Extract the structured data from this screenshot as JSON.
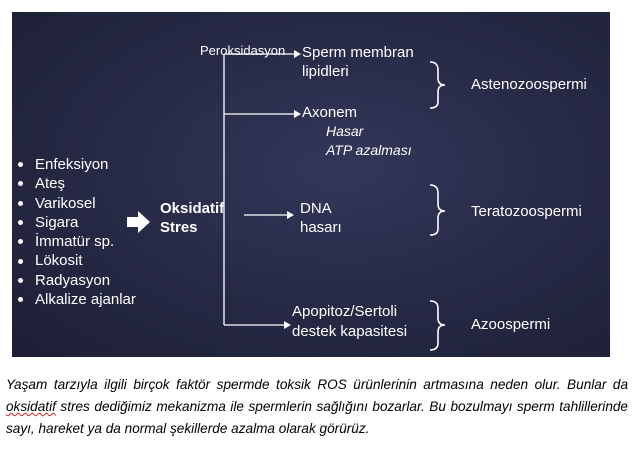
{
  "diagram": {
    "causes": [
      "Enfeksiyon",
      "Ateş",
      "Varikosel",
      "Sigara",
      "İmmatür sp.",
      "Lökosit",
      "Radyasyon",
      "Alkalize ajanlar"
    ],
    "center_line1": "Oksidatif",
    "center_line2": "Stres",
    "branch_label": "Peroksidasyon",
    "effects": {
      "membrane_line1": "Sperm membran",
      "membrane_line2": "lipidleri",
      "axonem": "Axonem",
      "axonem_sub1": "Hasar",
      "axonem_sub2": "ATP azalması",
      "dna_line1": "DNA",
      "dna_line2": "hasarı",
      "apoptosis_line1": "Apopitoz/Sertoli",
      "apoptosis_line2": "destek kapasitesi"
    },
    "outcomes": {
      "astheno": "Astenozoospermi",
      "terato": "Teratozoospermi",
      "azoo": "Azoospermi"
    }
  },
  "caption": {
    "part1": "Yaşam tarzıyla ilgili birçok faktör spermde toksik ROS ürünlerinin artmasına neden olur. Bunlar da ",
    "underlined": "oksidatif",
    "part2": " stres dediğimiz mekanizma ile spermlerin sağlığını bozarlar. Bu bozulmayı sperm tahlillerinde sayı, hareket ya da normal şekillerde azalma olarak görürüz."
  },
  "colors": {
    "slide_bg": "#262944",
    "text": "#ffffff"
  }
}
